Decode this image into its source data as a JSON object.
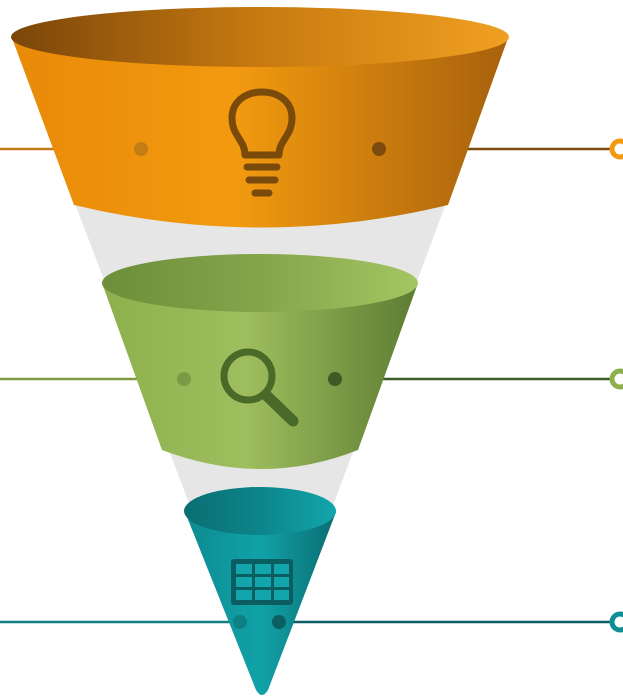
{
  "diagram": {
    "type": "funnel",
    "tiers": [
      {
        "id": "top",
        "icon": "lightbulb-icon",
        "color": "#F2980B",
        "color_dark": "#A9620B",
        "line_color_left": "#C27D14",
        "line_color_right": "#7C4A0E"
      },
      {
        "id": "middle",
        "icon": "magnifier-icon",
        "color": "#9DBB5C",
        "color_dark": "#5E7E36",
        "line_color_left": "#7C9A45",
        "line_color_right": "#3E5A25"
      },
      {
        "id": "bottom",
        "icon": "calculator-icon",
        "color": "#0F9AA0",
        "color_dark": "#0A6E72",
        "line_color_left": "#0E7F83",
        "line_color_right": "#0B5E62"
      }
    ],
    "funnel_gap_color": "#E6E6E6"
  }
}
